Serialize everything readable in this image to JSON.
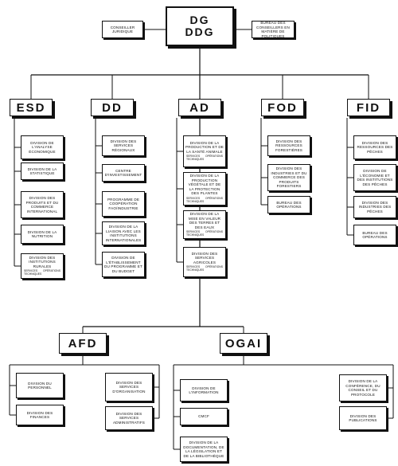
{
  "chart": {
    "top": {
      "line1": "DG",
      "line2": "DDG"
    },
    "left_advisor": "Conseiller juridique",
    "right_advisor": "Bureau des conseillers en matière de politiques",
    "departments": {
      "esd": {
        "name": "ESD",
        "divisions": [
          {
            "label": "Division de l'analyse économique"
          },
          {
            "label": "Division de la statistique"
          },
          {
            "label": "Division des produits et du commerce international"
          },
          {
            "label": "Division de la nutrition"
          },
          {
            "label": "Division des institutions rurales",
            "sub": [
              "Services techniques",
              "Opérations"
            ]
          }
        ]
      },
      "dd": {
        "name": "DD",
        "divisions": [
          {
            "label": "Division des services régionaux"
          },
          {
            "label": "Centre d'investissement"
          },
          {
            "label": "Programme de coopération FAO/Industrie"
          },
          {
            "label": "Division de la liaison avec les institutions internationales"
          },
          {
            "label": "Division de l'établissement du programme et du budget"
          }
        ]
      },
      "ad": {
        "name": "AD",
        "divisions": [
          {
            "label": "Division de la production et de la santé animale",
            "sub": [
              "Services techniques",
              "Opérations"
            ]
          },
          {
            "label": "Division de la production végétale et de la protection des plantes",
            "sub": [
              "Services techniques",
              "Opérations"
            ]
          },
          {
            "label": "Division de la mise en valeur des terres et des eaux",
            "sub": [
              "Services techniques",
              "Opérations"
            ]
          },
          {
            "label": "Division des services agricoles",
            "sub": [
              "Services techniques",
              "Opérations"
            ]
          }
        ]
      },
      "fod": {
        "name": "FOD",
        "divisions": [
          {
            "label": "Division des ressources forestières"
          },
          {
            "label": "Division des industries et du commerce des produits forestiers"
          },
          {
            "label": "Bureau des opérations"
          }
        ]
      },
      "fid": {
        "name": "FID",
        "divisions": [
          {
            "label": "Division des ressources des pêches"
          },
          {
            "label": "Division de l'économie et des institutions des pêches"
          },
          {
            "label": "Division des industries des pêches"
          },
          {
            "label": "Bureau des opérations"
          }
        ]
      },
      "afd": {
        "name": "AFD",
        "divisions": [
          {
            "label": "Division du personnel"
          },
          {
            "label": "Division des finances"
          },
          {
            "label": "Division des services d'organisation"
          },
          {
            "label": "Division des services administratifs"
          }
        ]
      },
      "ogai": {
        "name": "OGAI",
        "divisions": [
          {
            "label": "Division de l'information"
          },
          {
            "label": "CMCF"
          },
          {
            "label": "Division de la documentation, de la législation et de la bibliothèque"
          },
          {
            "label": "Division de la conférence, du conseil et du protocole"
          },
          {
            "label": "Division des publications"
          }
        ]
      }
    }
  }
}
